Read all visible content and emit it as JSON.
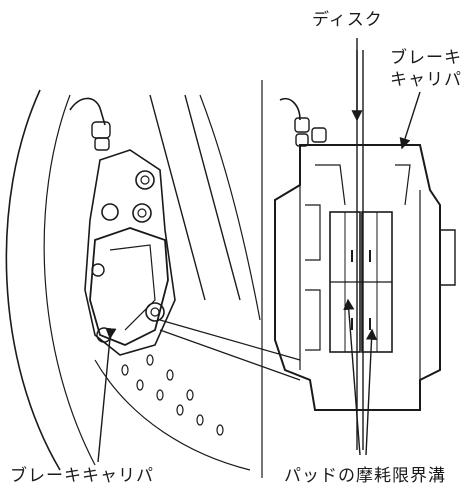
{
  "labels": {
    "disc": "ディスク",
    "caliper_right_line1": "ブレーキ",
    "caliper_right_line2": "キャリパ",
    "caliper_bottom": "ブレーキキャリパ",
    "pad_groove": "パッドの摩耗限界溝"
  }
}
